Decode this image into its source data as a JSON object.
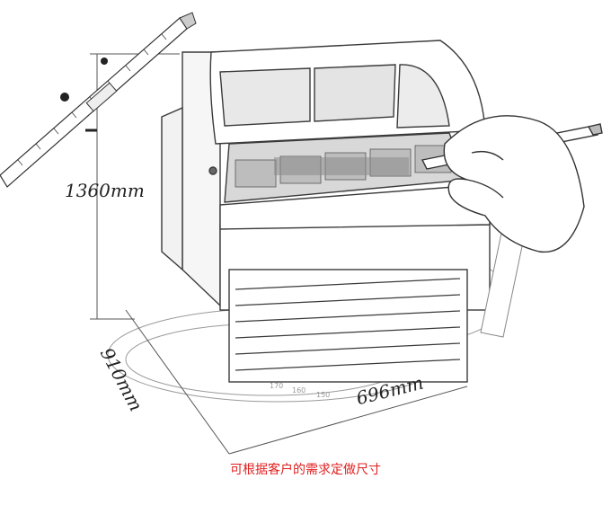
{
  "dimensions": {
    "height": "1360mm",
    "depth": "910mm",
    "width": "696mm"
  },
  "caption": "可根据客户的需求定做尺寸",
  "colors": {
    "sketch": "#3a3a3a",
    "caption": "#e02020",
    "background": "#ffffff"
  }
}
